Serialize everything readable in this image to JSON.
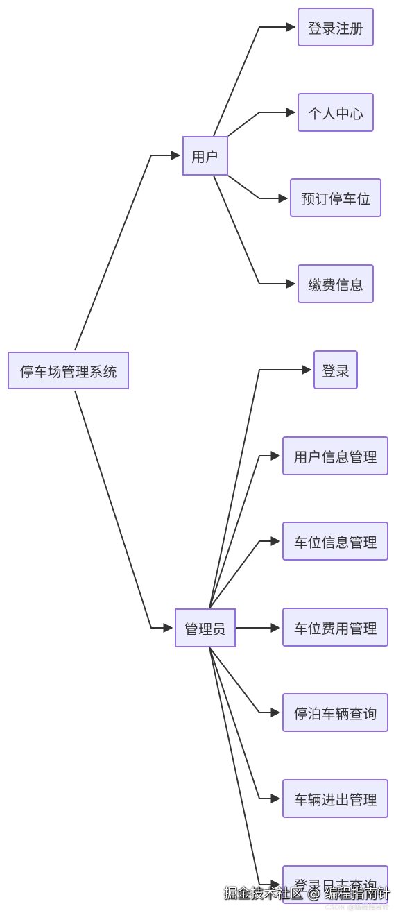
{
  "diagram": {
    "root": "停车场管理系统",
    "branches": [
      {
        "label": "用户",
        "children": [
          "登录注册",
          "个人中心",
          "预订停车位",
          "缴费信息"
        ]
      },
      {
        "label": "管理员",
        "children": [
          "登录",
          "用户信息管理",
          "车位信息管理",
          "车位费用管理",
          "停泊车辆查询",
          "车辆进出管理",
          "登录日志查询"
        ]
      }
    ]
  },
  "watermark": {
    "main": "掘金技术社区 @ 编程指南针",
    "sub": "CSDN @编程指南针"
  },
  "colors": {
    "node_fill": "#ececff",
    "node_border": "#9370db",
    "edge": "#333333",
    "text": "#333333"
  }
}
